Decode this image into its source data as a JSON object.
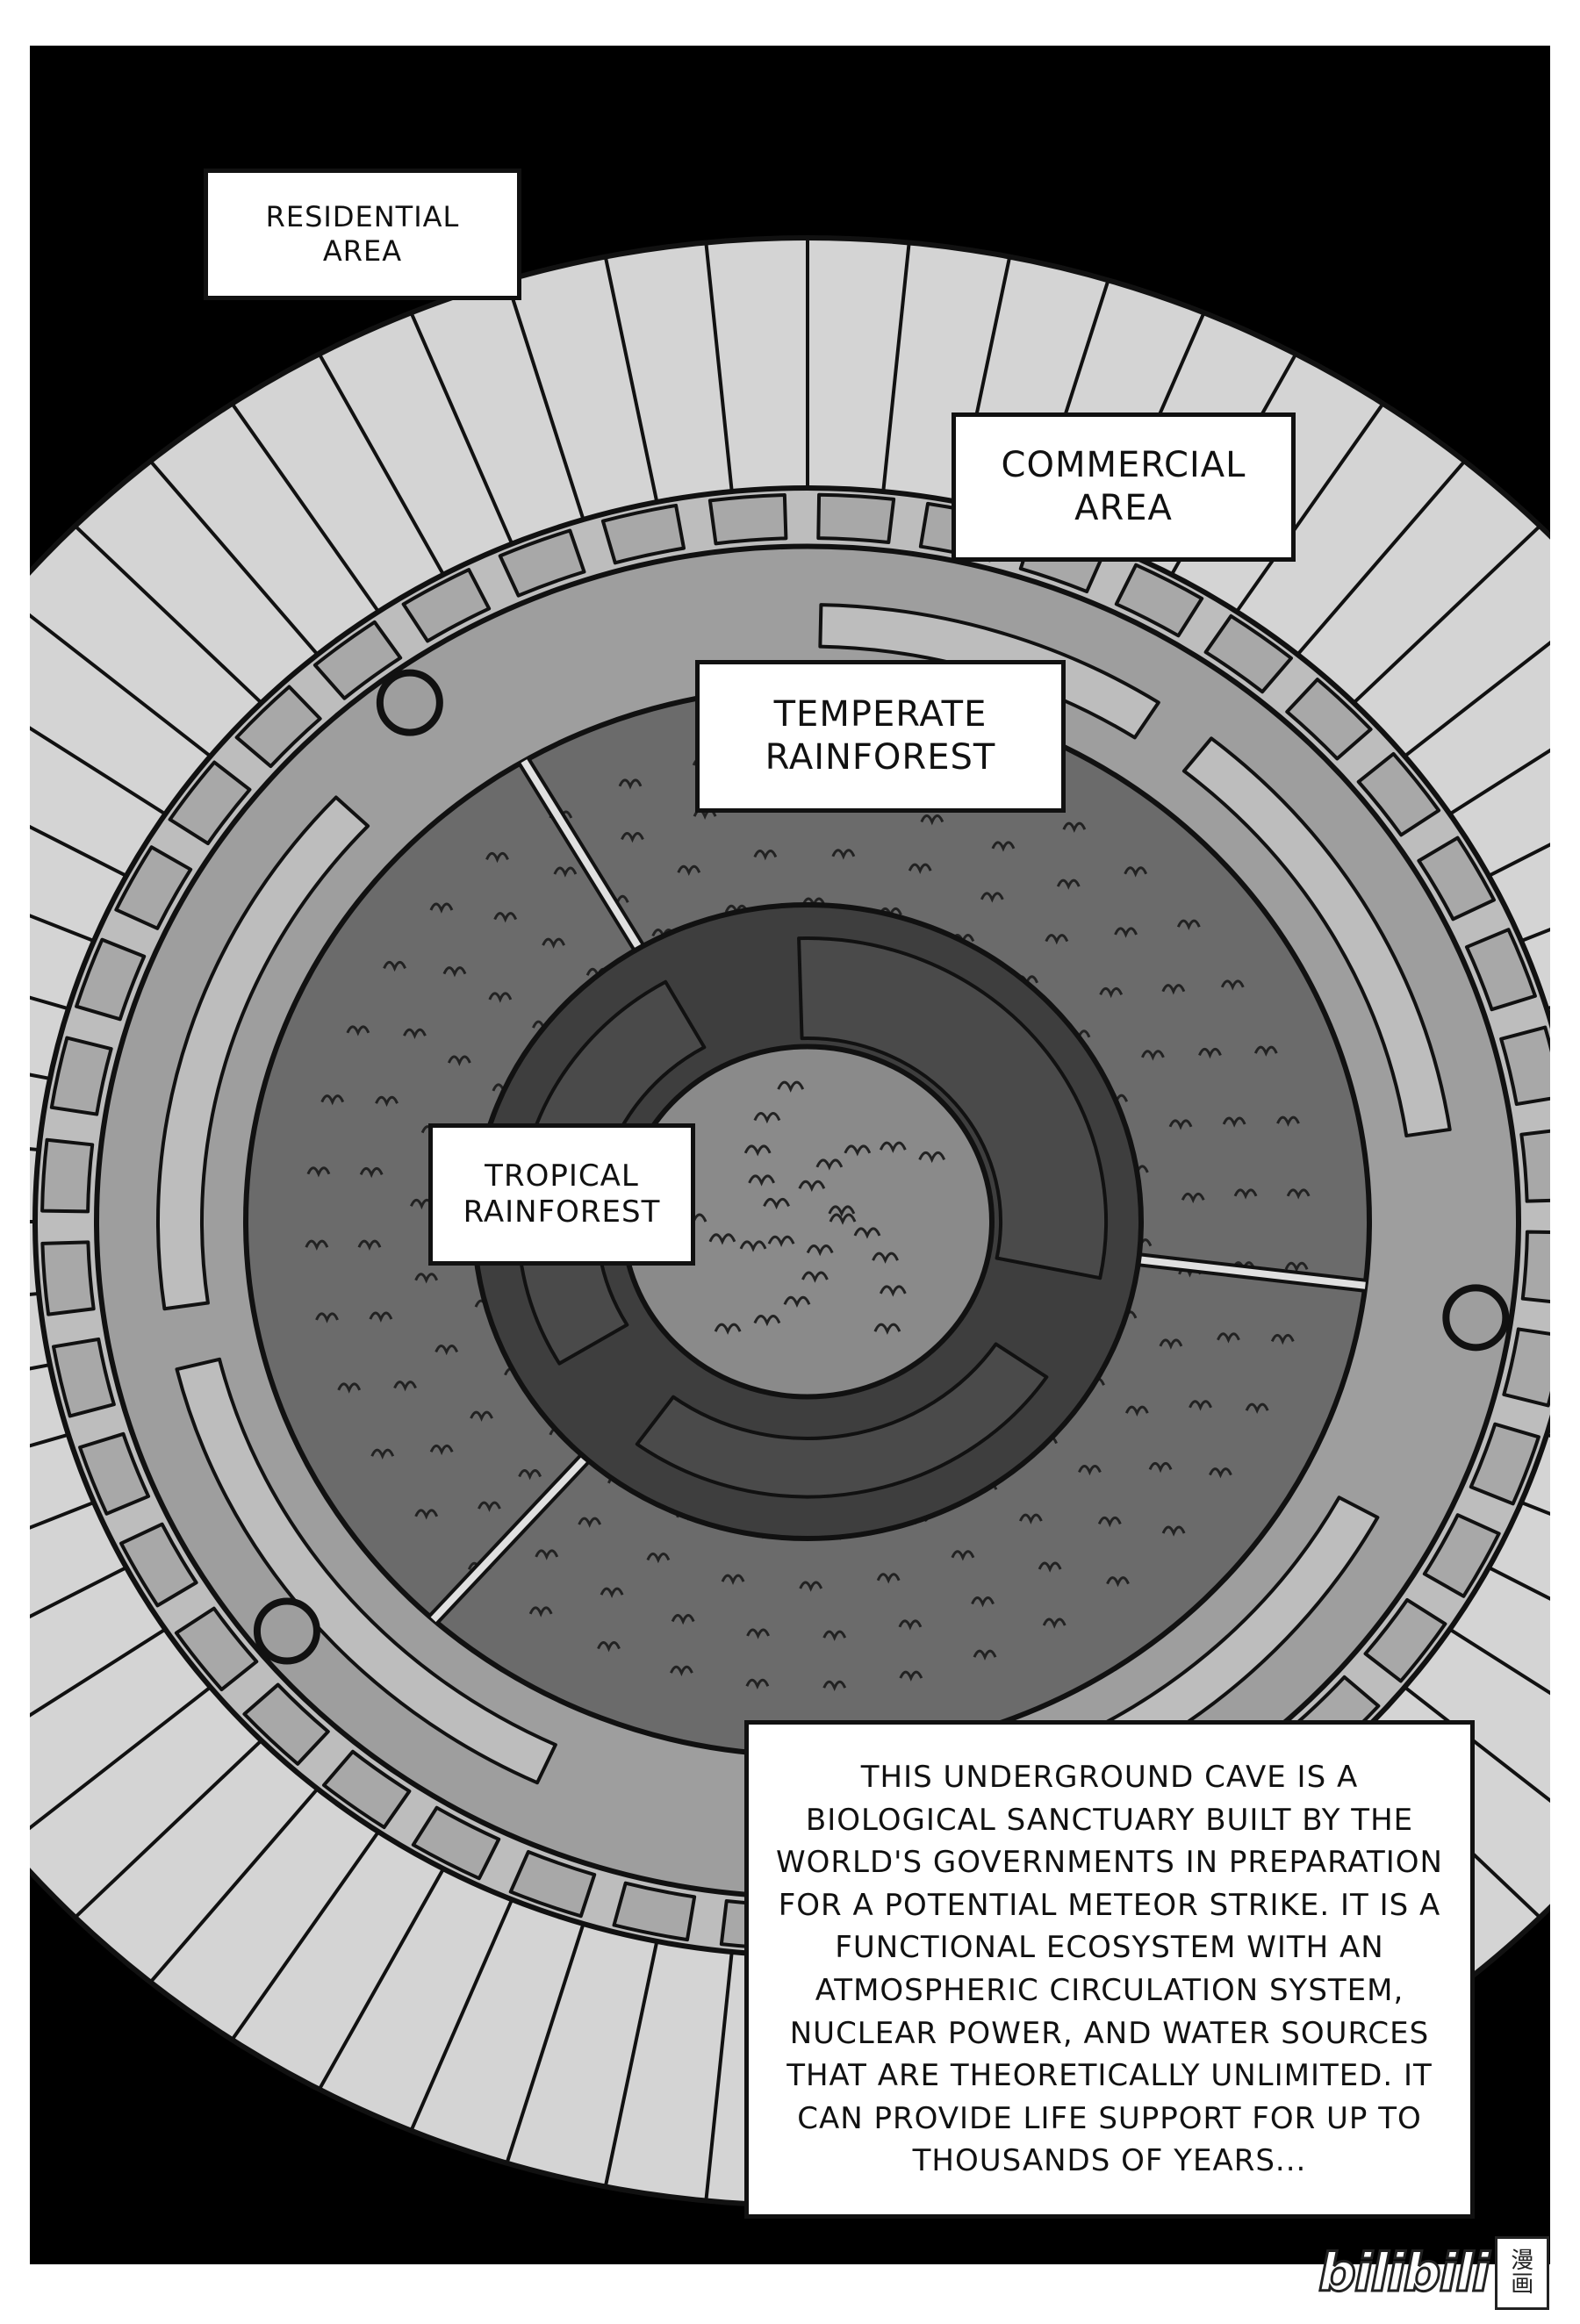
{
  "captions": {
    "residential": "Residential\nArea",
    "commercial": "Commercial\nArea",
    "temperate": "Temperate\nRainforest",
    "tropical": "Tropical\nRainforest",
    "narration": "This underground cave is a biological sanctuary built by the world's governments in preparation for a potential meteor strike. It is a functional ecosystem with an atmospheric circulation system, nuclear power, and water sources that are theoretically unlimited. It can provide life support for up to thousands of years..."
  },
  "watermark": {
    "logo": "bilibili",
    "seal_top": "漫",
    "seal_bottom": "画"
  },
  "colors": {
    "background": "#000000",
    "outer_ring": "#d4d4d4",
    "mid_ring": "#9e9e9e",
    "forest": "#6b6b6b",
    "core": "#3e3e3e"
  }
}
